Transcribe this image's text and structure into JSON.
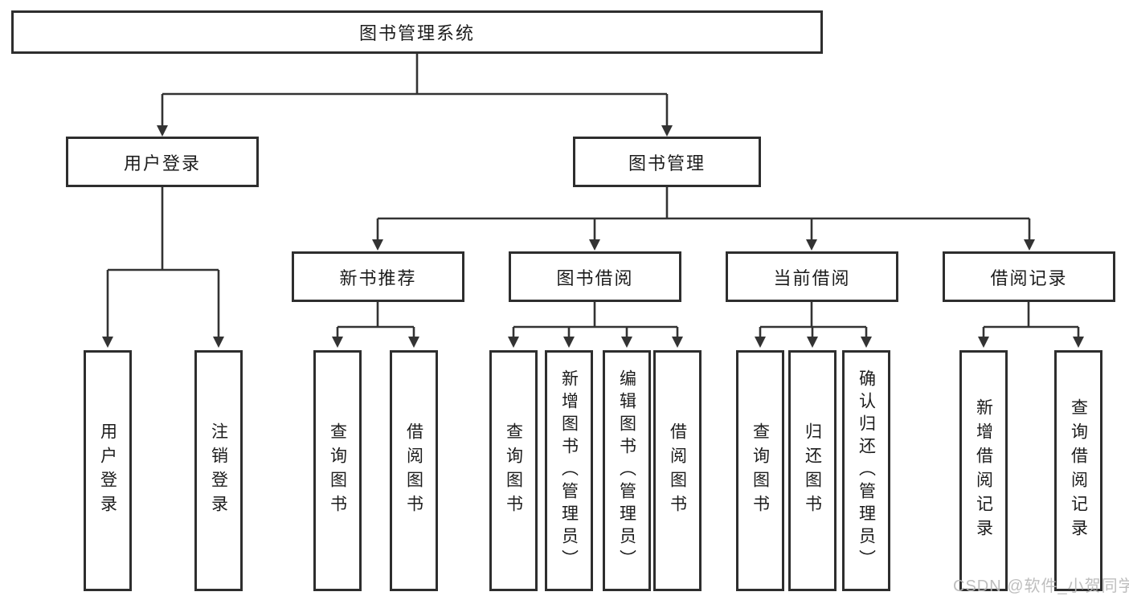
{
  "diagram": {
    "root": {
      "label": "图书管理系统"
    },
    "level2": [
      {
        "label": "用户登录"
      },
      {
        "label": "图书管理"
      }
    ],
    "level3": [
      {
        "label": "新书推荐",
        "parent": "图书管理"
      },
      {
        "label": "图书借阅",
        "parent": "图书管理"
      },
      {
        "label": "当前借阅",
        "parent": "图书管理"
      },
      {
        "label": "借阅记录",
        "parent": "图书管理"
      }
    ],
    "leaves": [
      {
        "label": "用户登录",
        "parent": "用户登录"
      },
      {
        "label": "注销登录",
        "parent": "用户登录"
      },
      {
        "label": "查询图书",
        "parent": "新书推荐"
      },
      {
        "label": "借阅图书",
        "parent": "新书推荐"
      },
      {
        "label": "查询图书",
        "parent": "图书借阅"
      },
      {
        "label": "新增图书（管理员）",
        "parent": "图书借阅"
      },
      {
        "label": "编辑图书（管理员）",
        "parent": "图书借阅"
      },
      {
        "label": "借阅图书",
        "parent": "图书借阅"
      },
      {
        "label": "查询图书",
        "parent": "当前借阅"
      },
      {
        "label": "归还图书",
        "parent": "当前借阅"
      },
      {
        "label": "确认归还（管理员）",
        "parent": "当前借阅"
      },
      {
        "label": "新增借阅记录",
        "parent": "借阅记录"
      },
      {
        "label": "查询借阅记录",
        "parent": "借阅记录"
      }
    ],
    "watermark": "CSDN @软件_小贺同学",
    "colors": {
      "line": "#333333",
      "box_border": "#2e2e2e",
      "box_fill": "#ffffff",
      "text": "#1c1c1c",
      "watermark": "#b9b9b9",
      "background": "#ffffff"
    }
  }
}
